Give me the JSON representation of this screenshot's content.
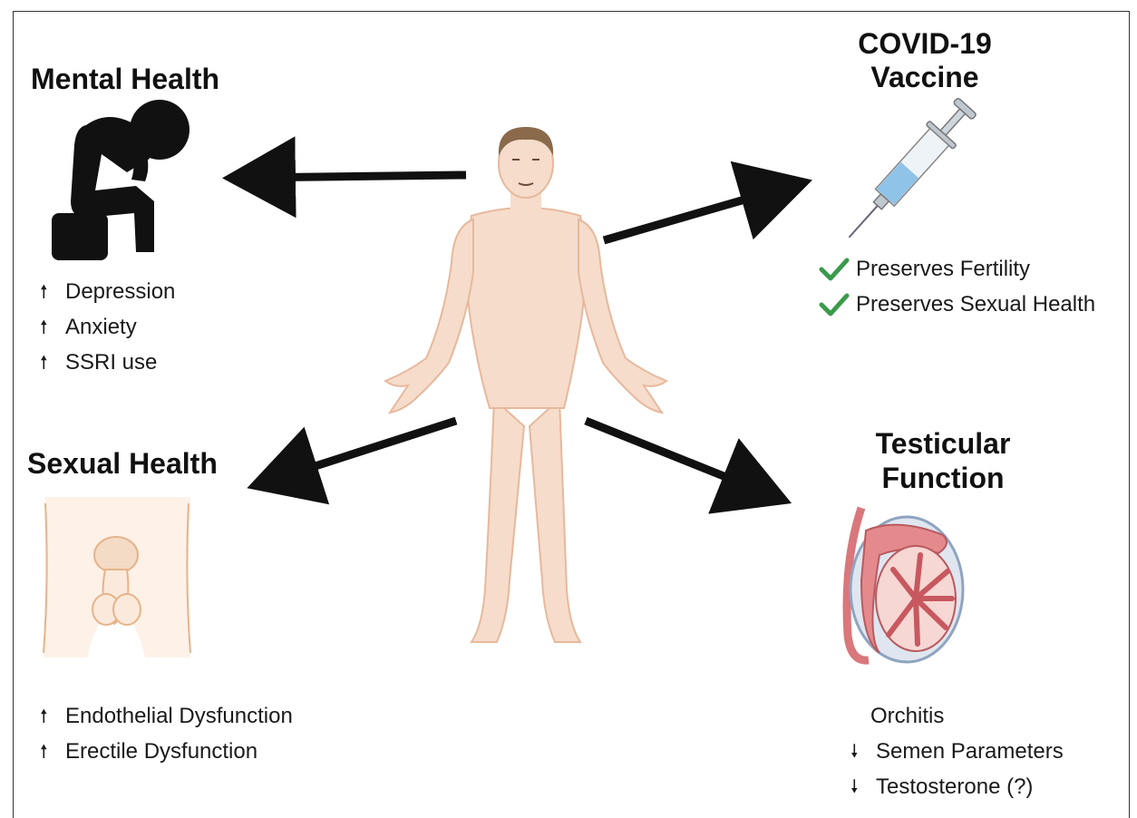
{
  "mental_health": {
    "title": "Mental Health",
    "items": [
      {
        "arrow": "up",
        "label": "Depression"
      },
      {
        "arrow": "up",
        "label": "Anxiety"
      },
      {
        "arrow": "up",
        "label": "SSRI use"
      }
    ]
  },
  "covid_vaccine": {
    "title_line1": "COVID-19",
    "title_line2": "Vaccine",
    "items": [
      {
        "marker": "check",
        "label": "Preserves Fertility"
      },
      {
        "marker": "check",
        "label": "Preserves Sexual Health"
      }
    ]
  },
  "sexual_health": {
    "title": "Sexual Health",
    "items": [
      {
        "arrow": "up",
        "label": "Endothelial Dysfunction"
      },
      {
        "arrow": "up",
        "label": "Erectile Dysfunction"
      }
    ]
  },
  "testicular_function": {
    "title_line1": "Testicular",
    "title_line2": "Function",
    "items": [
      {
        "arrow": "none",
        "label": "Orchitis"
      },
      {
        "arrow": "down",
        "label": "Semen Parameters"
      },
      {
        "arrow": "down",
        "label": "Testosterone (?)"
      }
    ]
  },
  "glyphs": {
    "up": "🠕",
    "down": "🠗"
  },
  "colors": {
    "check": "#3a9a4a",
    "skin": "#f6dccb",
    "skin_outline": "#e7b89c",
    "arrow": "#111111",
    "frame": "#333333"
  }
}
